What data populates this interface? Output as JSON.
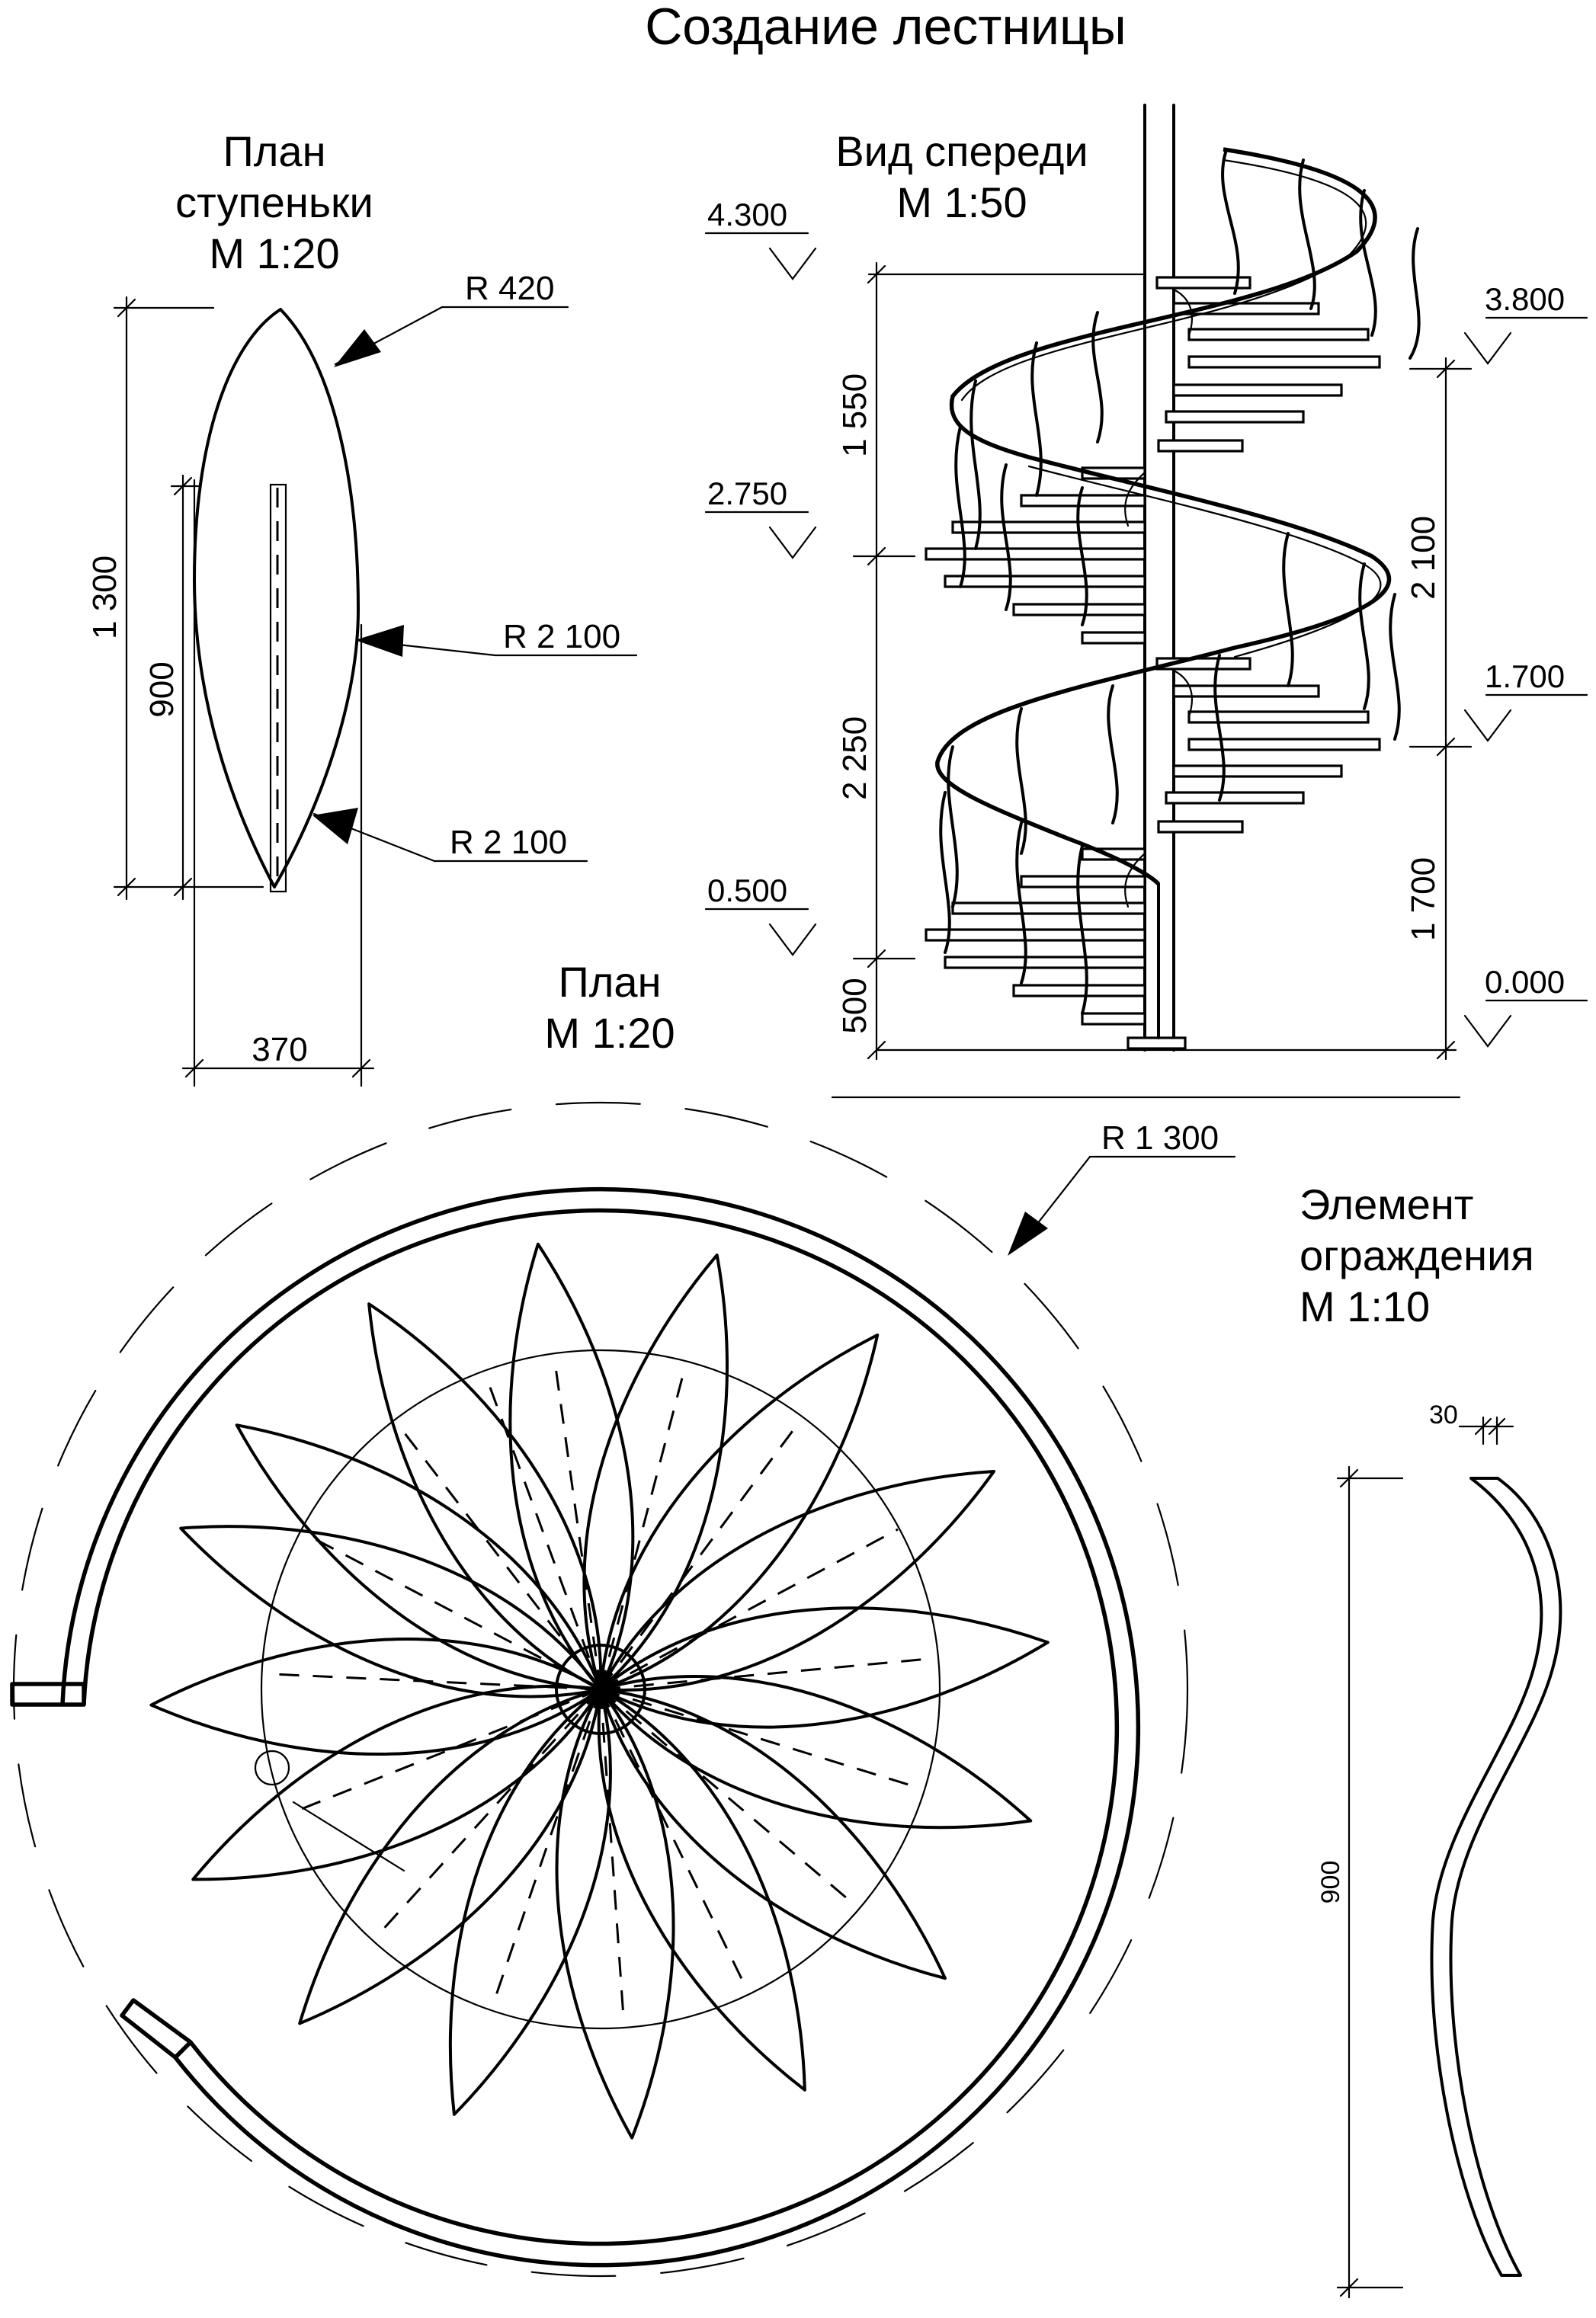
{
  "title": "Создание лестницы",
  "step_plan": {
    "heading_line1": "План",
    "heading_line2": "ступеньки",
    "scale": "М 1:20",
    "r_tip": "R 420",
    "r_side_1": "R 2 100",
    "r_side_2": "R 2 100",
    "dim_length": "1 300",
    "dim_inner": "900",
    "dim_width": "370"
  },
  "front_view": {
    "heading": "Вид спереди",
    "scale": "М 1:50",
    "levels_left": [
      "4.300",
      "2.750",
      "0.500"
    ],
    "levels_right": [
      "3.800",
      "1.700",
      "0.000"
    ],
    "dims_left": [
      "1 550",
      "2 250",
      "500"
    ],
    "dims_right": [
      "2 100",
      "1 700"
    ]
  },
  "plan": {
    "heading": "План",
    "scale": "М 1:20",
    "radius": "R 1 300"
  },
  "railing": {
    "heading_line1": "Элемент",
    "heading_line2": "ограждения",
    "scale": "М 1:10",
    "dim_width": "30",
    "dim_height": "900"
  }
}
